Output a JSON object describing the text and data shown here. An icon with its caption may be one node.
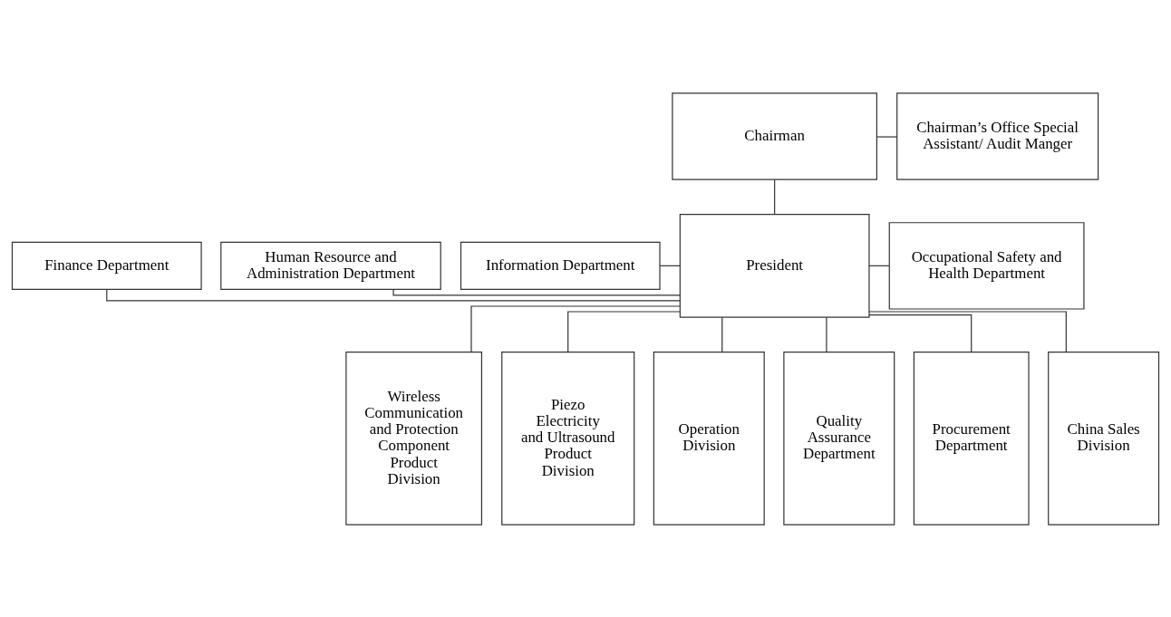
{
  "diagram": {
    "nodes": [
      {
        "text": [
          "Chairman"
        ]
      },
      {
        "text": [
          "Chairman’s Office Special Assistant/ Audit Manger"
        ]
      },
      {
        "text": [
          "Finance Department"
        ]
      },
      {
        "text": [
          "Human Resource and Administration Department"
        ]
      },
      {
        "text": [
          "Information Department"
        ]
      },
      {
        "text": [
          "President"
        ]
      },
      {
        "text": [
          "Occupational Safety and Health Department"
        ]
      },
      {
        "text": [
          "Wireless Communication and Protection Component Product Division"
        ]
      },
      {
        "text": [
          "Piezo Electricity and Ultrasound Product Division"
        ]
      },
      {
        "text": [
          "Operation Division"
        ]
      },
      {
        "text": [
          "Quality Assurance Department"
        ]
      },
      {
        "text": [
          "Procurement Department"
        ]
      },
      {
        "text": [
          "China Sales Division"
        ]
      }
    ],
    "edges": [
      {
        "from": 0,
        "to": 1,
        "arrow": "none"
      },
      {
        "from": 0,
        "to": 5,
        "arrow": "none"
      },
      {
        "from": 2,
        "to": 5,
        "arrow": "none"
      },
      {
        "from": 3,
        "to": 5,
        "arrow": "none"
      },
      {
        "from": 4,
        "to": 5,
        "arrow": "none"
      },
      {
        "from": 5,
        "to": 6,
        "arrow": "none"
      },
      {
        "from": 5,
        "to": 7,
        "arrow": "none"
      },
      {
        "from": 5,
        "to": 8,
        "arrow": "none"
      },
      {
        "from": 5,
        "to": 9,
        "arrow": "none"
      },
      {
        "from": 5,
        "to": 10,
        "arrow": "none"
      },
      {
        "from": 5,
        "to": 11,
        "arrow": "none"
      },
      {
        "from": 5,
        "to": 12,
        "arrow": "none"
      }
    ]
  }
}
